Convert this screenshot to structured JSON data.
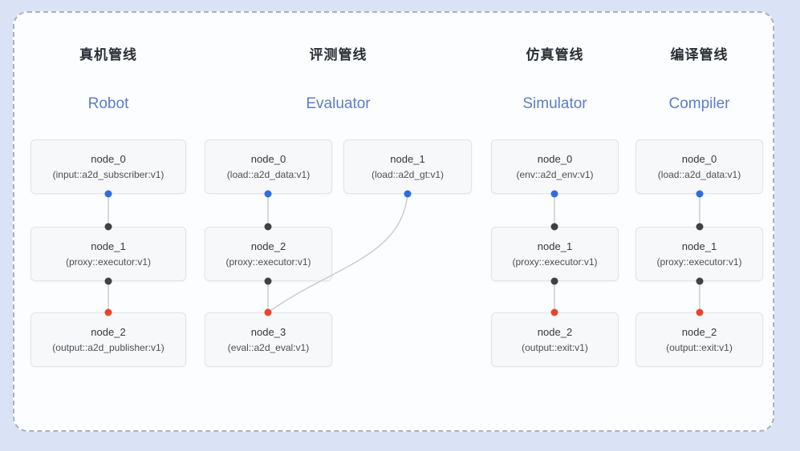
{
  "colors": {
    "port_output_blue": "#2f6ce0",
    "port_input_dark": "#3f4145",
    "port_final_red": "#e8452f",
    "edge": "#c9cdd4",
    "title_en": "#5b7ec6"
  },
  "pipelines": [
    {
      "title_zh": "真机管线",
      "title_en": "Robot",
      "nodes": [
        {
          "name": "node_0",
          "type": "(input::a2d_subscriber:v1)"
        },
        {
          "name": "node_1",
          "type": "(proxy::executor:v1)"
        },
        {
          "name": "node_2",
          "type": "(output::a2d_publisher:v1)"
        }
      ]
    },
    {
      "title_zh": "评测管线",
      "title_en": "Evaluator",
      "nodes": [
        {
          "name": "node_0",
          "type": "(load::a2d_data:v1)"
        },
        {
          "name": "node_1",
          "type": "(load::a2d_gt:v1)"
        },
        {
          "name": "node_2",
          "type": "(proxy::executor:v1)"
        },
        {
          "name": "node_3",
          "type": "(eval::a2d_eval:v1)"
        }
      ]
    },
    {
      "title_zh": "仿真管线",
      "title_en": "Simulator",
      "nodes": [
        {
          "name": "node_0",
          "type": "(env::a2d_env:v1)"
        },
        {
          "name": "node_1",
          "type": "(proxy::executor:v1)"
        },
        {
          "name": "node_2",
          "type": "(output::exit:v1)"
        }
      ]
    },
    {
      "title_zh": "编译管线",
      "title_en": "Compiler",
      "nodes": [
        {
          "name": "node_0",
          "type": "(load::a2d_data:v1)"
        },
        {
          "name": "node_1",
          "type": "(proxy::executor:v1)"
        },
        {
          "name": "node_2",
          "type": "(output::exit:v1)"
        }
      ]
    }
  ]
}
